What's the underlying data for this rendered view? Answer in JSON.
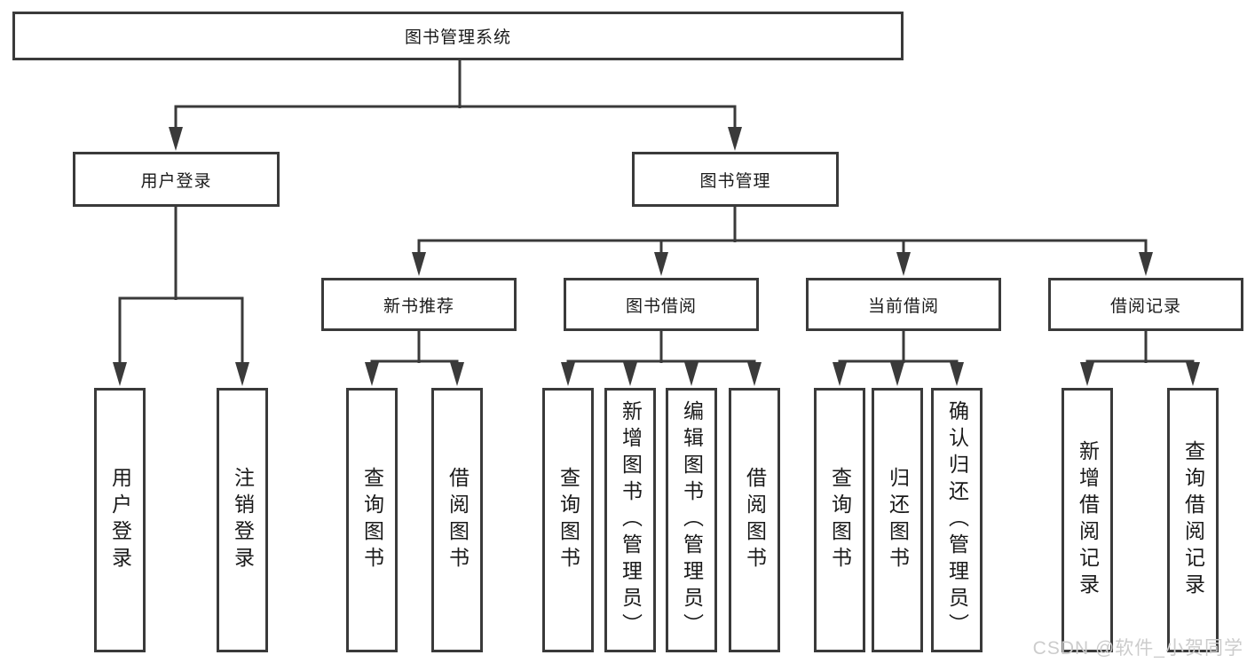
{
  "tree": {
    "root": "图书管理系统",
    "user": {
      "label": "用户登录",
      "children": [
        "用户登录",
        "注销登录"
      ]
    },
    "mgmt": {
      "label": "图书管理",
      "groups": [
        {
          "label": "新书推荐",
          "children": [
            "查询图书",
            "借阅图书"
          ]
        },
        {
          "label": "图书借阅",
          "children": [
            "查询图书",
            "新增图书（管理员）",
            "编辑图书（管理员）",
            "借阅图书"
          ]
        },
        {
          "label": "当前借阅",
          "children": [
            "查询图书",
            "归还图书",
            "确认归还（管理员）"
          ]
        },
        {
          "label": "借阅记录",
          "children": [
            "新增借阅记录",
            "查询借阅记录"
          ]
        }
      ]
    }
  },
  "colors": {
    "line": "#3a3a3a",
    "text": "#1a1a1a",
    "background": "#ffffff",
    "watermark": "#cccccc"
  },
  "watermark": "CSDN @软件_小贺同学"
}
